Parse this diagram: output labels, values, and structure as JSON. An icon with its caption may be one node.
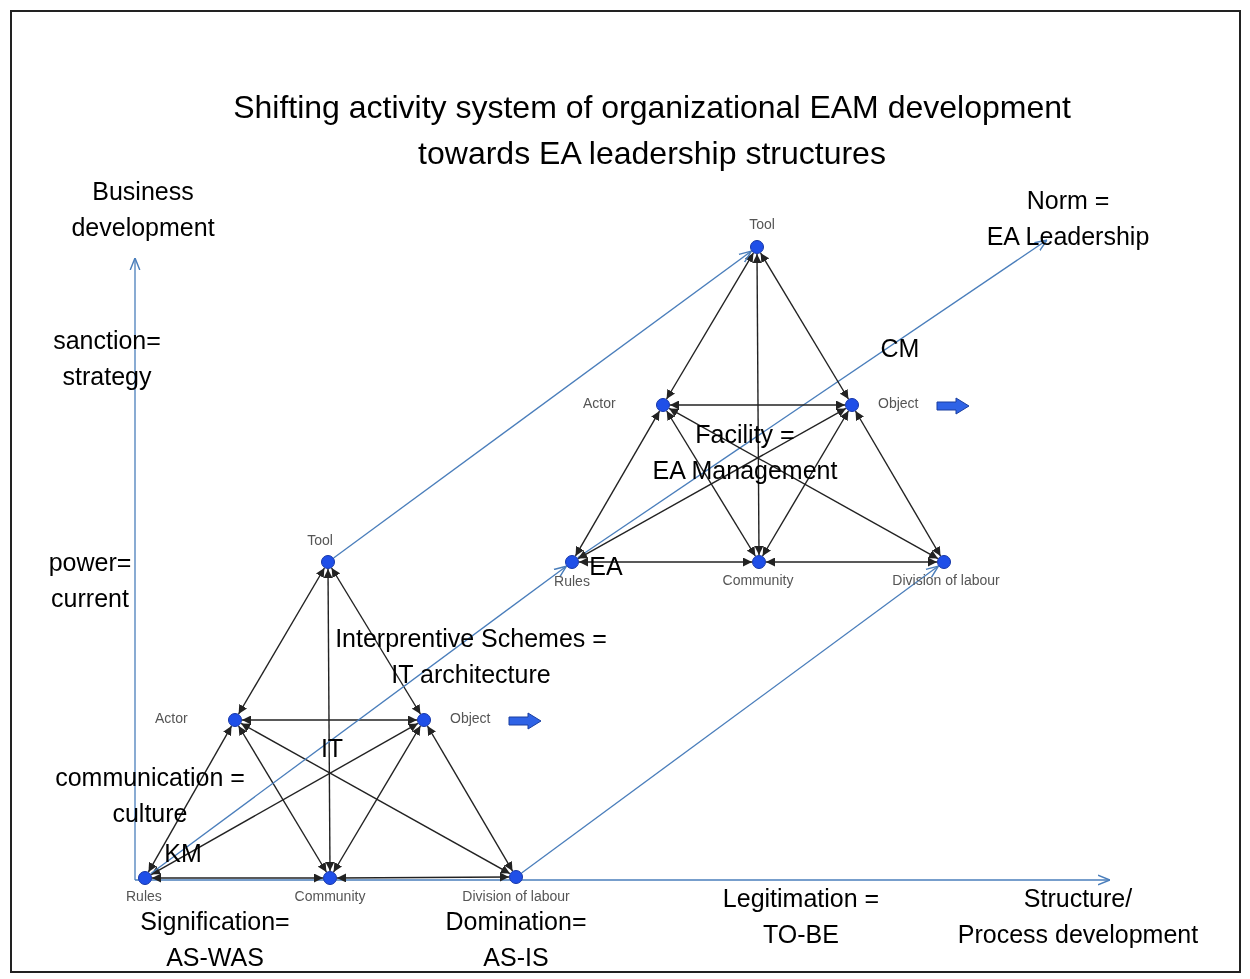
{
  "diagram": {
    "title": "Shifting activity system of organizational EAM development towards EA leadership structures",
    "nodes": [
      {
        "text": [],
        "shape": "circle",
        "beside": [
          "Tool"
        ]
      },
      {
        "text": [],
        "shape": "circle",
        "beside": [
          "Actor"
        ]
      },
      {
        "text": [],
        "shape": "circle",
        "beside": [
          "Object"
        ]
      },
      {
        "text": [],
        "shape": "circle",
        "beside": [
          "Rules"
        ]
      },
      {
        "text": [],
        "shape": "circle",
        "beside": [
          "Community"
        ]
      },
      {
        "text": [],
        "shape": "circle",
        "beside": [
          "Division of labour"
        ]
      },
      {
        "text": [],
        "shape": "circle",
        "beside": [
          "Tool"
        ]
      },
      {
        "text": [],
        "shape": "circle",
        "beside": [
          "Actor"
        ]
      },
      {
        "text": [],
        "shape": "circle",
        "beside": [
          "Object"
        ]
      },
      {
        "text": [],
        "shape": "circle",
        "beside": [
          "Rules"
        ]
      },
      {
        "text": [],
        "shape": "circle",
        "beside": [
          "Community"
        ]
      },
      {
        "text": [],
        "shape": "circle",
        "beside": [
          "Division of labour"
        ]
      }
    ],
    "edges": [
      {
        "from": 0,
        "to": 1,
        "arrow": "both"
      },
      {
        "from": 0,
        "to": 2,
        "arrow": "both"
      },
      {
        "from": 0,
        "to": 4,
        "arrow": "both"
      },
      {
        "from": 1,
        "to": 2,
        "arrow": "both"
      },
      {
        "from": 1,
        "to": 3,
        "arrow": "both"
      },
      {
        "from": 1,
        "to": 4,
        "arrow": "both"
      },
      {
        "from": 1,
        "to": 5,
        "arrow": "both"
      },
      {
        "from": 2,
        "to": 3,
        "arrow": "both"
      },
      {
        "from": 2,
        "to": 4,
        "arrow": "both"
      },
      {
        "from": 2,
        "to": 5,
        "arrow": "both"
      },
      {
        "from": 3,
        "to": 4,
        "arrow": "both"
      },
      {
        "from": 4,
        "to": 5,
        "arrow": "both"
      },
      {
        "from": 6,
        "to": 7,
        "arrow": "both"
      },
      {
        "from": 6,
        "to": 8,
        "arrow": "both"
      },
      {
        "from": 6,
        "to": 10,
        "arrow": "both"
      },
      {
        "from": 7,
        "to": 8,
        "arrow": "both"
      },
      {
        "from": 7,
        "to": 9,
        "arrow": "both"
      },
      {
        "from": 7,
        "to": 10,
        "arrow": "both"
      },
      {
        "from": 7,
        "to": 11,
        "arrow": "both"
      },
      {
        "from": 8,
        "to": 9,
        "arrow": "both"
      },
      {
        "from": 8,
        "to": 10,
        "arrow": "both"
      },
      {
        "from": 8,
        "to": 11,
        "arrow": "both"
      },
      {
        "from": 9,
        "to": 10,
        "arrow": "both"
      },
      {
        "from": 10,
        "to": 11,
        "arrow": "both"
      },
      {
        "from": 0,
        "to": 6,
        "arrow": "to",
        "color": "#4a7ebb"
      },
      {
        "from": 3,
        "to": 9,
        "arrow": "to",
        "color": "#4a7ebb"
      },
      {
        "from": 5,
        "to": 11,
        "arrow": "to",
        "color": "#4a7ebb"
      }
    ],
    "labels": [
      "Business development",
      "sanction= strategy",
      "power= current",
      "communication = culture",
      "KM",
      "IT",
      "Interprentive Schemes = IT architecture",
      "EA",
      "Facility = EA Management",
      "CM",
      "Norm = EA Leadership",
      "Signification= AS-WAS",
      "Domination= AS-IS",
      "Legitimation = TO-BE",
      "Structure/ Process development"
    ]
  }
}
